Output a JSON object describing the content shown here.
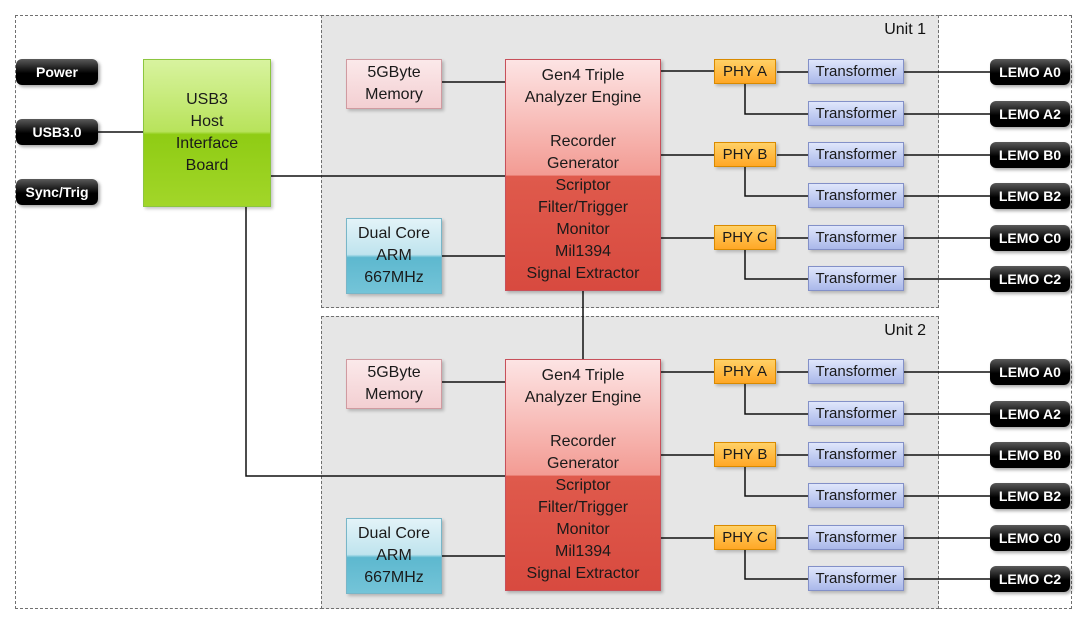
{
  "left_connectors": [
    "Power",
    "USB3.0",
    "Sync/Trig"
  ],
  "usb_board": [
    "USB3",
    "Host",
    "Interface",
    "Board"
  ],
  "units": [
    {
      "label": "Unit 1",
      "memory": [
        "5GByte",
        "Memory"
      ],
      "arm": [
        "Dual Core",
        "ARM",
        "667MHz"
      ],
      "engine_top": [
        "Gen4 Triple",
        "Analyzer Engine",
        "Recorder",
        "Generator"
      ],
      "engine_bottom": [
        "Scriptor",
        "Filter/Trigger",
        "Monitor",
        "Mil1394",
        "Signal Extractor"
      ],
      "phys": [
        "PHY A",
        "PHY B",
        "PHY C"
      ],
      "transformer_label": "Transformer",
      "lemos": [
        "LEMO A0",
        "LEMO A2",
        "LEMO B0",
        "LEMO B2",
        "LEMO C0",
        "LEMO C2"
      ]
    },
    {
      "label": "Unit 2",
      "memory": [
        "5GByte",
        "Memory"
      ],
      "arm": [
        "Dual Core",
        "ARM",
        "667MHz"
      ],
      "engine_top": [
        "Gen4 Triple",
        "Analyzer Engine",
        "Recorder",
        "Generator"
      ],
      "engine_bottom": [
        "Scriptor",
        "Filter/Trigger",
        "Monitor",
        "Mil1394",
        "Signal Extractor"
      ],
      "phys": [
        "PHY A",
        "PHY B",
        "PHY C"
      ],
      "transformer_label": "Transformer",
      "lemos": [
        "LEMO A0",
        "LEMO A2",
        "LEMO B0",
        "LEMO B2",
        "LEMO C0",
        "LEMO C2"
      ]
    }
  ]
}
